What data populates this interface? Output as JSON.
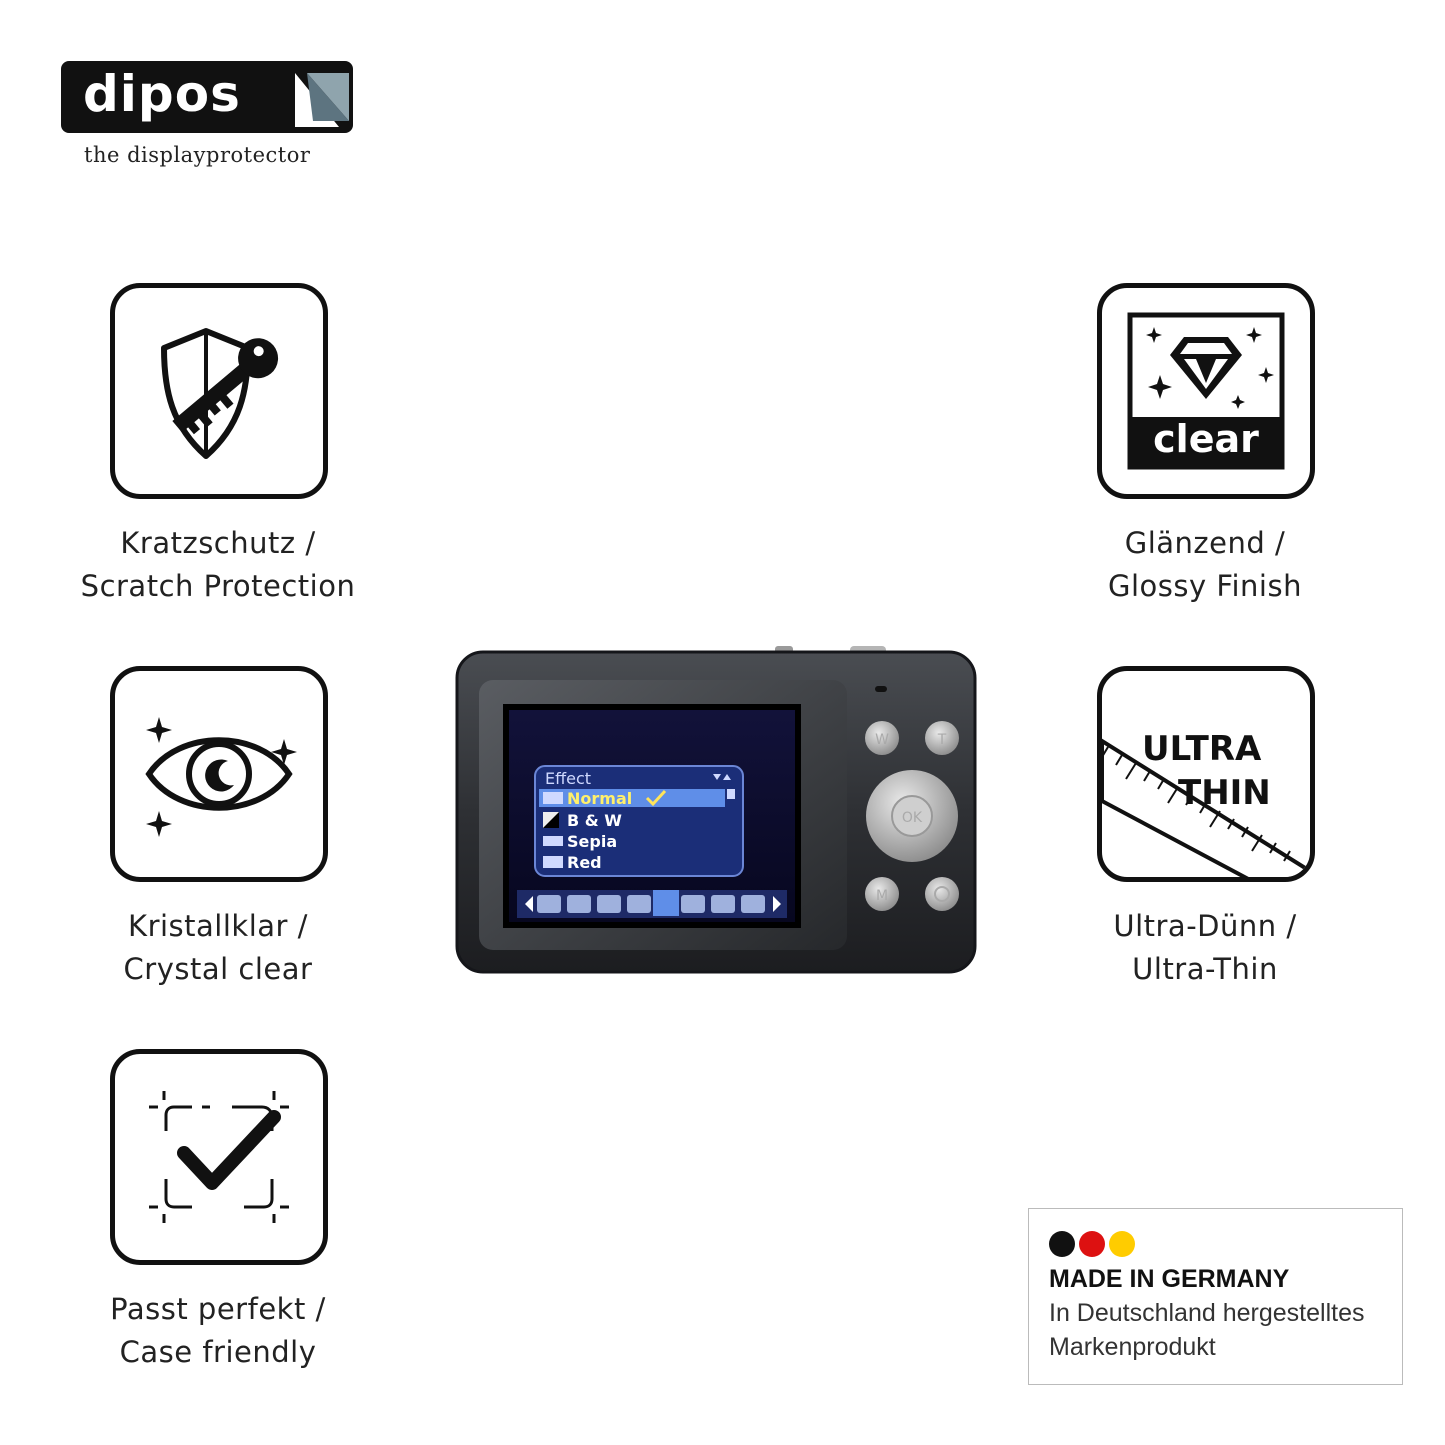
{
  "logo": {
    "word": "dipos",
    "tagline": "the displayprotector"
  },
  "features": [
    {
      "id": "scratch",
      "line1": "Kratzschutz /",
      "line2": "Scratch Protection",
      "icon": "shield-key-icon"
    },
    {
      "id": "clear",
      "line1": "Kristallklar /",
      "line2": "Crystal clear",
      "icon": "eye-icon"
    },
    {
      "id": "fit",
      "line1": "Passt perfekt /",
      "line2": "Case friendly",
      "icon": "checkmark-frame-icon"
    },
    {
      "id": "glossy",
      "line1": "Glänzend /",
      "line2": "Glossy Finish",
      "icon": "diamond-icon",
      "badge": "clear"
    },
    {
      "id": "thin",
      "line1": "Ultra-Dünn /",
      "line2": "Ultra-Thin",
      "icon": "ruler-icon",
      "badge_line1": "ULTRA",
      "badge_line2": "THIN"
    }
  ],
  "camera": {
    "menu_title": "Effect",
    "menu_items": [
      "Normal",
      "B & W",
      "Sepia",
      "Red"
    ],
    "selected": "Normal",
    "buttons": {
      "zoom_wide": "W",
      "zoom_tele": "T",
      "ok": "OK",
      "mode": "M"
    }
  },
  "made_in": {
    "title": "MADE IN GERMANY",
    "line1": "In Deutschland hergestelltes",
    "line2": "Markenprodukt",
    "colors": [
      "#111111",
      "#dd1111",
      "#ffcc00"
    ]
  }
}
